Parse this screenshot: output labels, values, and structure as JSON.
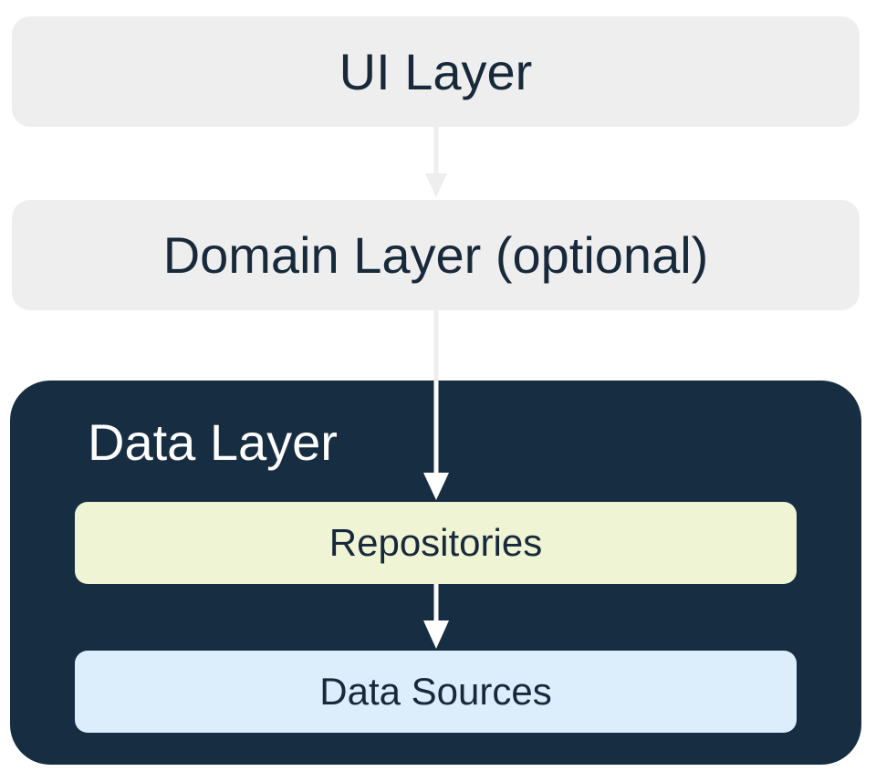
{
  "layers": {
    "ui": "UI Layer",
    "domain": "Domain Layer (optional)",
    "data": {
      "title": "Data Layer",
      "repositories": "Repositories",
      "data_sources": "Data Sources"
    }
  },
  "colors": {
    "light_box": "#eeeeee",
    "dark_box": "#172d41",
    "repositories_fill": "#eff4d4",
    "data_sources_fill": "#dcedfc",
    "dark_text": "#17293a",
    "light_text": "#ffffff",
    "arrow_light": "#eeeeee",
    "arrow_dark": "#ffffff"
  }
}
